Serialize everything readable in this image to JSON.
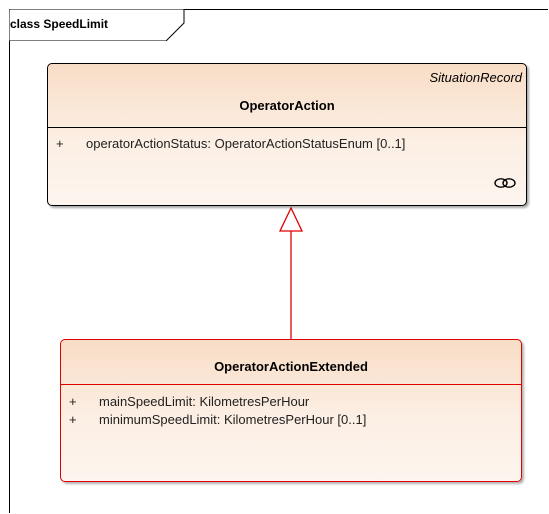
{
  "diagram": {
    "frame_label": "class SpeedLimit",
    "parent": {
      "stereotype": "SituationRecord",
      "name": "OperatorAction",
      "attributes": [
        {
          "visibility": "+",
          "text": "operatorActionStatus: OperatorActionStatusEnum [0..1]"
        }
      ],
      "icon": "chain-link-icon"
    },
    "child": {
      "name": "OperatorActionExtended",
      "attributes": [
        {
          "visibility": "+",
          "text": "mainSpeedLimit: KilometresPerHour"
        },
        {
          "visibility": "+",
          "text": "minimumSpeedLimit: KilometresPerHour [0..1]"
        }
      ]
    },
    "relationship": {
      "type": "generalization",
      "color": "#e00000"
    }
  }
}
